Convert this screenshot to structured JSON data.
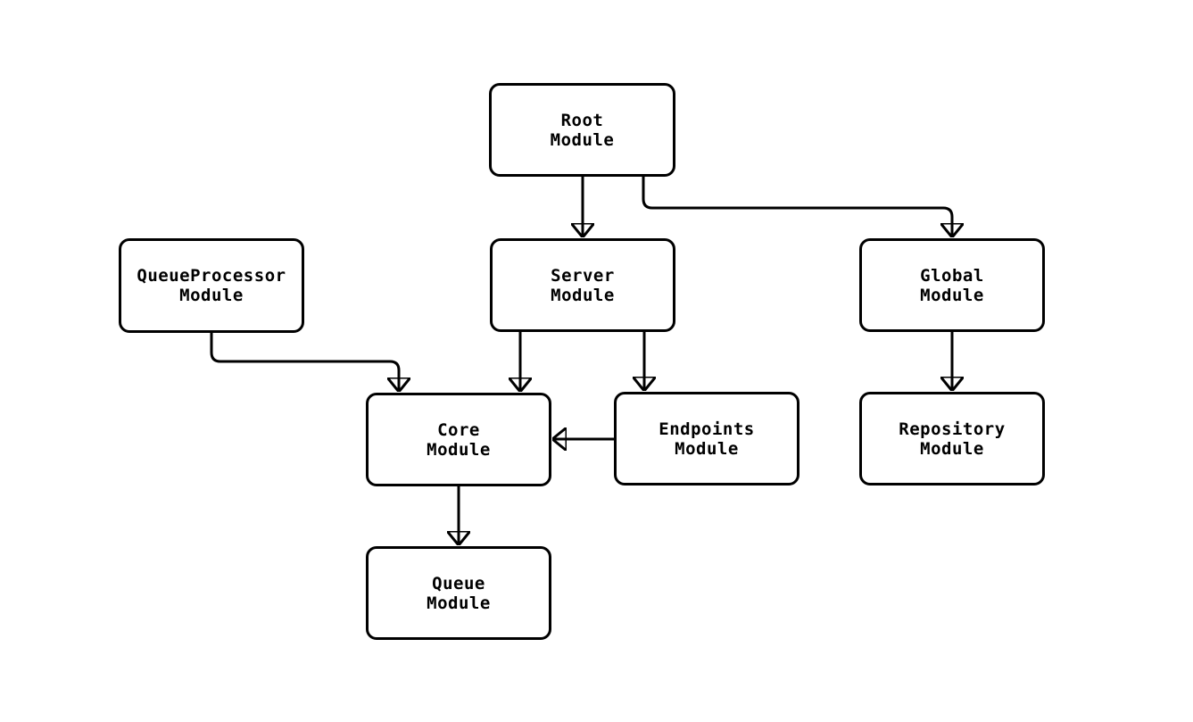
{
  "diagram": {
    "type": "flowchart",
    "direction": "top-down",
    "nodes": [
      {
        "id": "root",
        "label": "Root\nModule"
      },
      {
        "id": "queueprocessor",
        "label": "QueueProcessor\nModule"
      },
      {
        "id": "server",
        "label": "Server\nModule"
      },
      {
        "id": "global",
        "label": "Global\nModule"
      },
      {
        "id": "core",
        "label": "Core\nModule"
      },
      {
        "id": "endpoints",
        "label": "Endpoints\nModule"
      },
      {
        "id": "repository",
        "label": "Repository\nModule"
      },
      {
        "id": "queue",
        "label": "Queue\nModule"
      }
    ],
    "edges": [
      {
        "from": "root",
        "to": "server"
      },
      {
        "from": "root",
        "to": "global"
      },
      {
        "from": "queueprocessor",
        "to": "core"
      },
      {
        "from": "server",
        "to": "core"
      },
      {
        "from": "server",
        "to": "endpoints"
      },
      {
        "from": "endpoints",
        "to": "core"
      },
      {
        "from": "global",
        "to": "repository"
      },
      {
        "from": "core",
        "to": "queue"
      }
    ],
    "colors": {
      "background": "#ffffff",
      "node_fill": "#ffffff",
      "node_border": "#000000",
      "edge": "#000000",
      "text": "#000000"
    }
  }
}
